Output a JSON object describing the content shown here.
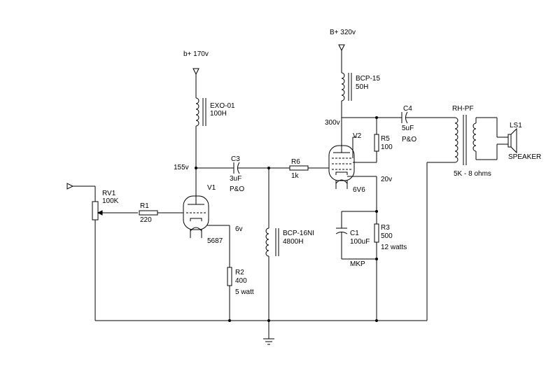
{
  "supplies": {
    "b_plus_170": "b+ 170v",
    "b_plus_320": "B+ 320v"
  },
  "voltages": {
    "v1_plate": "155v",
    "v2_plate": "300v",
    "v2_cathode": "20v",
    "v1_heater": "6v"
  },
  "components": {
    "exo01": {
      "ref": "EXO-01",
      "value": "100H"
    },
    "bcp15": {
      "ref": "BCP-15",
      "value": "50H"
    },
    "c3": {
      "ref": "C3",
      "value": "3uF",
      "note": "P&O"
    },
    "c4": {
      "ref": "C4",
      "value": "5uF",
      "note": "P&O"
    },
    "r6": {
      "ref": "R6",
      "value": "1k"
    },
    "r5": {
      "ref": "R5",
      "value": "100"
    },
    "rv1": {
      "ref": "RV1",
      "value": "100K"
    },
    "r1": {
      "ref": "R1",
      "value": "220"
    },
    "v1": {
      "ref": "V1",
      "type": "5687"
    },
    "v2": {
      "ref": "V2",
      "type": "6V6"
    },
    "bcp16": {
      "ref": "BCP-16NI",
      "value": "4800H"
    },
    "c1": {
      "ref": "C1",
      "value": "100uF",
      "note": "MKP"
    },
    "r3": {
      "ref": "R3",
      "value": "500",
      "note": "12 watts"
    },
    "r2": {
      "ref": "R2",
      "value": "400",
      "note": "5 watt"
    },
    "transformer": {
      "ref": "RH-PF",
      "ratio": "5K - 8 ohms"
    },
    "speaker": {
      "ref": "LS1",
      "label": "SPEAKER"
    }
  }
}
